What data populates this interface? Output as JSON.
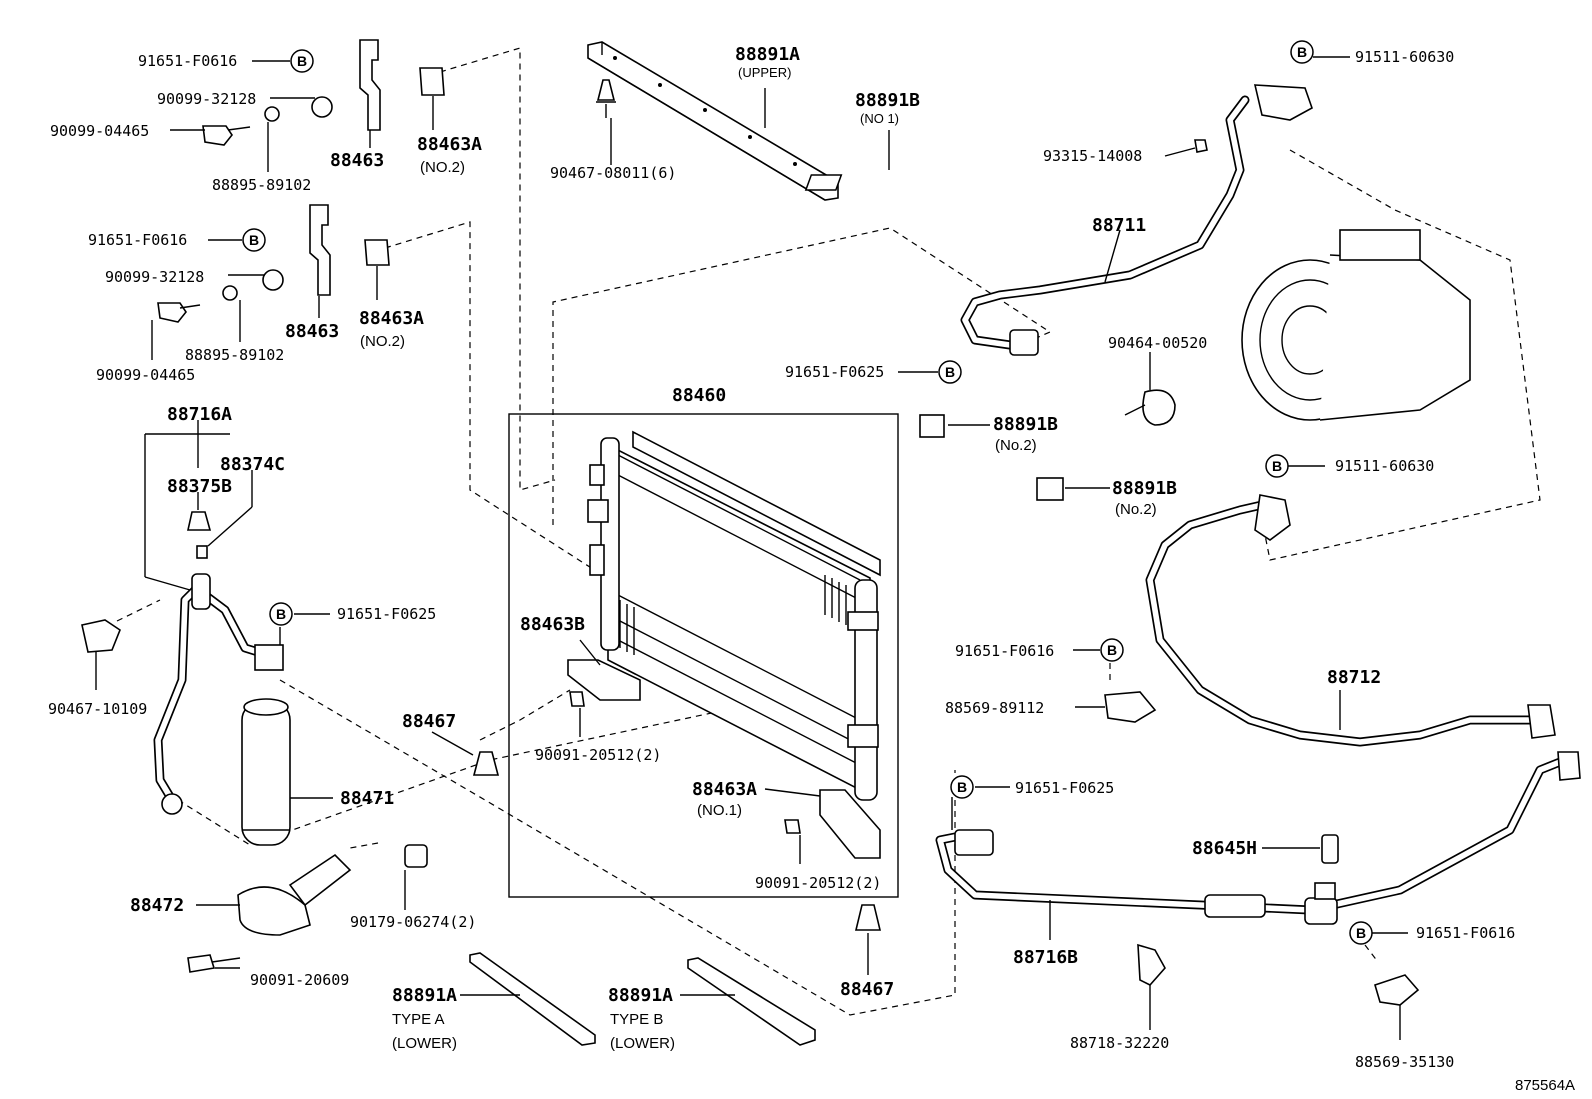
{
  "labels": {
    "l91651_f0616_a": "91651-F0616",
    "l90099_32128_a": "90099-32128",
    "l90099_04465_a": "90099-04465",
    "l88463_a": "88463",
    "l88895_89102_a": "88895-89102",
    "l88463a_a": "88463A",
    "l88463a_a_sub": "(NO.2)",
    "l91651_f0616_b": "91651-F0616",
    "l90099_32128_b": "90099-32128",
    "l88463_b": "88463",
    "l88895_89102_b": "88895-89102",
    "l90099_04465_b": "90099-04465",
    "l88463a_b": "88463A",
    "l88463a_b_sub": "(NO.2)",
    "l88891a_upper": "88891A",
    "l88891a_upper_sub": "(UPPER)",
    "l90467_08011": "90467-08011(6)",
    "l88891b_no1": "88891B",
    "l88891b_no1_sub": "(NO 1)",
    "l91511_60630_a": "91511-60630",
    "l93315_14008": "93315-14008",
    "l88711": "88711",
    "l91651_f0625_a": "91651-F0625",
    "l90464_00520": "90464-00520",
    "l88460": "88460",
    "l88891b_no2_a": "88891B",
    "l88891b_no2_a_sub": "(No.2)",
    "l88891b_no2_b": "88891B",
    "l88891b_no2_b_sub": "(No.2)",
    "l91511_60630_b": "91511-60630",
    "l88716a": "88716A",
    "l88374c": "88374C",
    "l88375b": "88375B",
    "l91651_f0625_b": "91651-F0625",
    "l90467_10109": "90467-10109",
    "l88463b": "88463B",
    "l88467_a": "88467",
    "l90091_20512_a": "90091-20512(2)",
    "l88471": "88471",
    "l88463a_no1": "88463A",
    "l88463a_no1_sub": "(NO.1)",
    "l90091_20512_b": "90091-20512(2)",
    "l91651_f0616_c": "91651-F0616",
    "l88569_89112": "88569-89112",
    "l88712": "88712",
    "l91651_f0625_c": "91651-F0625",
    "l88645h": "88645H",
    "l88472": "88472",
    "l90179_06274": "90179-06274(2)",
    "l90091_20609": "90091-20609",
    "l88467_b": "88467",
    "l88716b": "88716B",
    "l91651_f0616_d": "91651-F0616",
    "l88891a_type_a": "88891A",
    "l88891a_type_a_t": "TYPE A",
    "l88891a_type_a_sub": "(LOWER)",
    "l88891a_type_b": "88891A",
    "l88891a_type_b_t": "TYPE B",
    "l88891a_type_b_sub": "(LOWER)",
    "l88718_32220": "88718-32220",
    "l88569_35130": "88569-35130",
    "l875564a": "875564A"
  },
  "badge_letter": "B"
}
